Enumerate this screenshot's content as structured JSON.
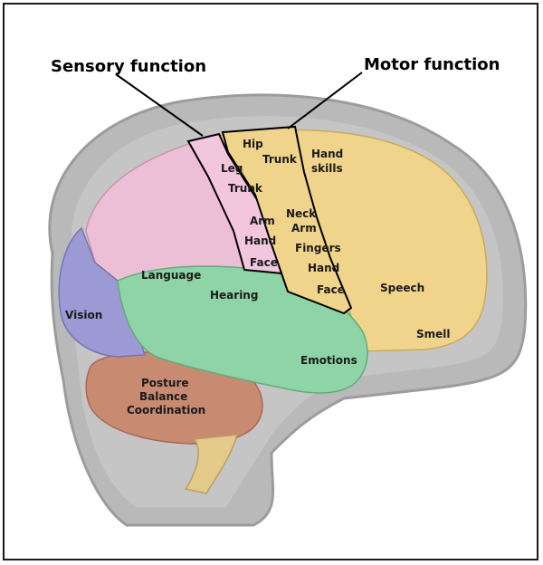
{
  "headings": {
    "sensory": "Sensory function",
    "motor": "Motor function"
  },
  "sensory_strip": [
    "Leg",
    "Trunk",
    "Arm",
    "Hand",
    "Face"
  ],
  "motor_strip": [
    "Hip",
    "Trunk",
    "Neck",
    "Arm",
    "Fingers",
    "Hand",
    "Face"
  ],
  "regions": {
    "hand_skills_1": "Hand",
    "hand_skills_2": "skills",
    "language": "Language",
    "hearing": "Hearing",
    "vision": "Vision",
    "speech": "Speech",
    "smell": "Smell",
    "emotions": "Emotions",
    "posture": "Posture",
    "balance": "Balance",
    "coordination": "Coordination"
  },
  "colors": {
    "frontal": "#f0d48c",
    "parietal": "#edbfd6",
    "occipital": "#9b9ad4",
    "temporal": "#8fd4a6",
    "cerebellum": "#c98a72",
    "head": "#b4b4b4"
  }
}
